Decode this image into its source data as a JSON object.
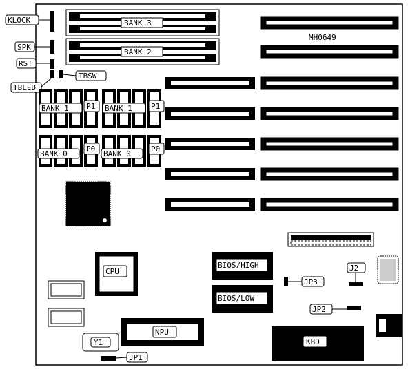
{
  "model": "MH0649",
  "labels": {
    "klock": "KLOCK",
    "spk": "SPK",
    "rst": "RST",
    "tbled": "TBLED",
    "tbsw": "TBSW",
    "bank3": "BANK 3",
    "bank2": "BANK 2",
    "bank1": "BANK 1",
    "bank0": "BANK 0",
    "p1": "P1",
    "p0": "P0",
    "cpu": "CPU",
    "npu": "NPU",
    "bios_high": "BIOS/HIGH",
    "bios_low": "BIOS/LOW",
    "jp1": "JP1",
    "jp2": "JP2",
    "jp3": "JP3",
    "j2": "J2",
    "kbd": "KBD",
    "y1": "Y1"
  }
}
